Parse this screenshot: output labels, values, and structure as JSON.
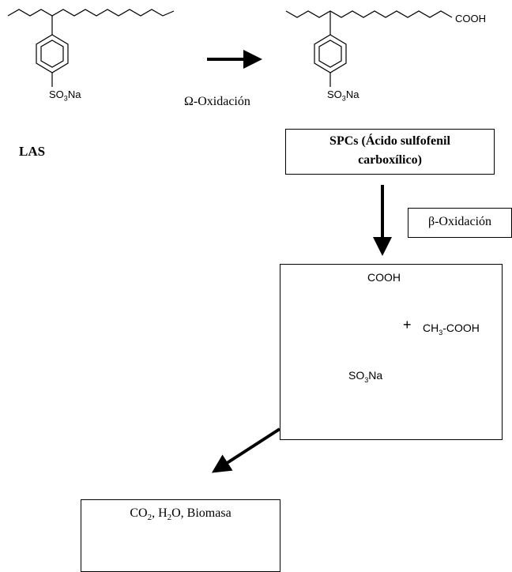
{
  "las": {
    "label": "LAS",
    "substituent": "SO3Na"
  },
  "step1": {
    "arrow_label": "Ω-Oxidación"
  },
  "spc": {
    "terminal_group": "COOH",
    "substituent": "SO3Na",
    "box_line1": "SPCs (Ácido sulfofenil",
    "box_line2": "carboxílico)"
  },
  "step2": {
    "arrow_label": "β-Oxidación"
  },
  "product": {
    "acid_group": "COOH",
    "substituent": "SO3Na",
    "plus": "+",
    "coproduct": "CH3-COOH"
  },
  "final": {
    "label": "CO2, H2O, Biomasa"
  }
}
